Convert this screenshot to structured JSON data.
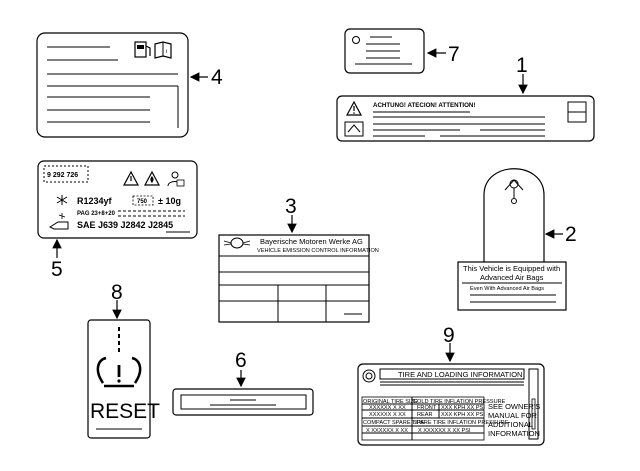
{
  "callouts": {
    "c1": "1",
    "c2": "2",
    "c3": "3",
    "c4": "4",
    "c5": "5",
    "c6": "6",
    "c7": "7",
    "c8": "8",
    "c9": "9"
  },
  "label1": {
    "warning_text": "ACHTUNG!   ATECION!   ATTENTION!"
  },
  "label2": {
    "line1": "This Vehicle is Equipped with",
    "line2": "Advanced Air Bags",
    "line3": "Even With Advanced Air Bags"
  },
  "label3": {
    "line1": "Bayerische Motoren Werke AG",
    "line2": "VEHICLE EMISSION CONTROL INFORMATION"
  },
  "label5": {
    "part_number": "9 292 726",
    "refrigerant": "R1234yf",
    "amount_box": "750",
    "tolerance": "± 10g",
    "oil": "PAG 23+8+20",
    "standards": "SAE J639 J2842 J2845"
  },
  "label8": {
    "reset_text": "RESET"
  },
  "label9": {
    "title": "TIRE AND LOADING INFORMATION",
    "col1_header": "ORIGINAL TIRE SIZE",
    "col2_header": "COLD TIRE INFLATION PRESSURE",
    "row1_size": "XXXXXX X XX",
    "row1_pos": "FRONT",
    "row1_val": "XXX KPH  XX PSI",
    "row2_size": "XXXXXX X XX",
    "row2_pos": "REAR",
    "row2_val": "XXX KPH  XX PSI",
    "spare_header": "COMPACT SPARE TIRE",
    "spare_pressure_header": "SPARE TIRE INFLATION PRESSURE",
    "spare_size": "X XXXXXX X XX",
    "spare_val": "X XXXXXX X XX PSI",
    "side_line1": "SEE OWNER'S",
    "side_line2": "MANUAL FOR",
    "side_line3": "ADDITIONAL",
    "side_line4": "INFORMATION"
  }
}
